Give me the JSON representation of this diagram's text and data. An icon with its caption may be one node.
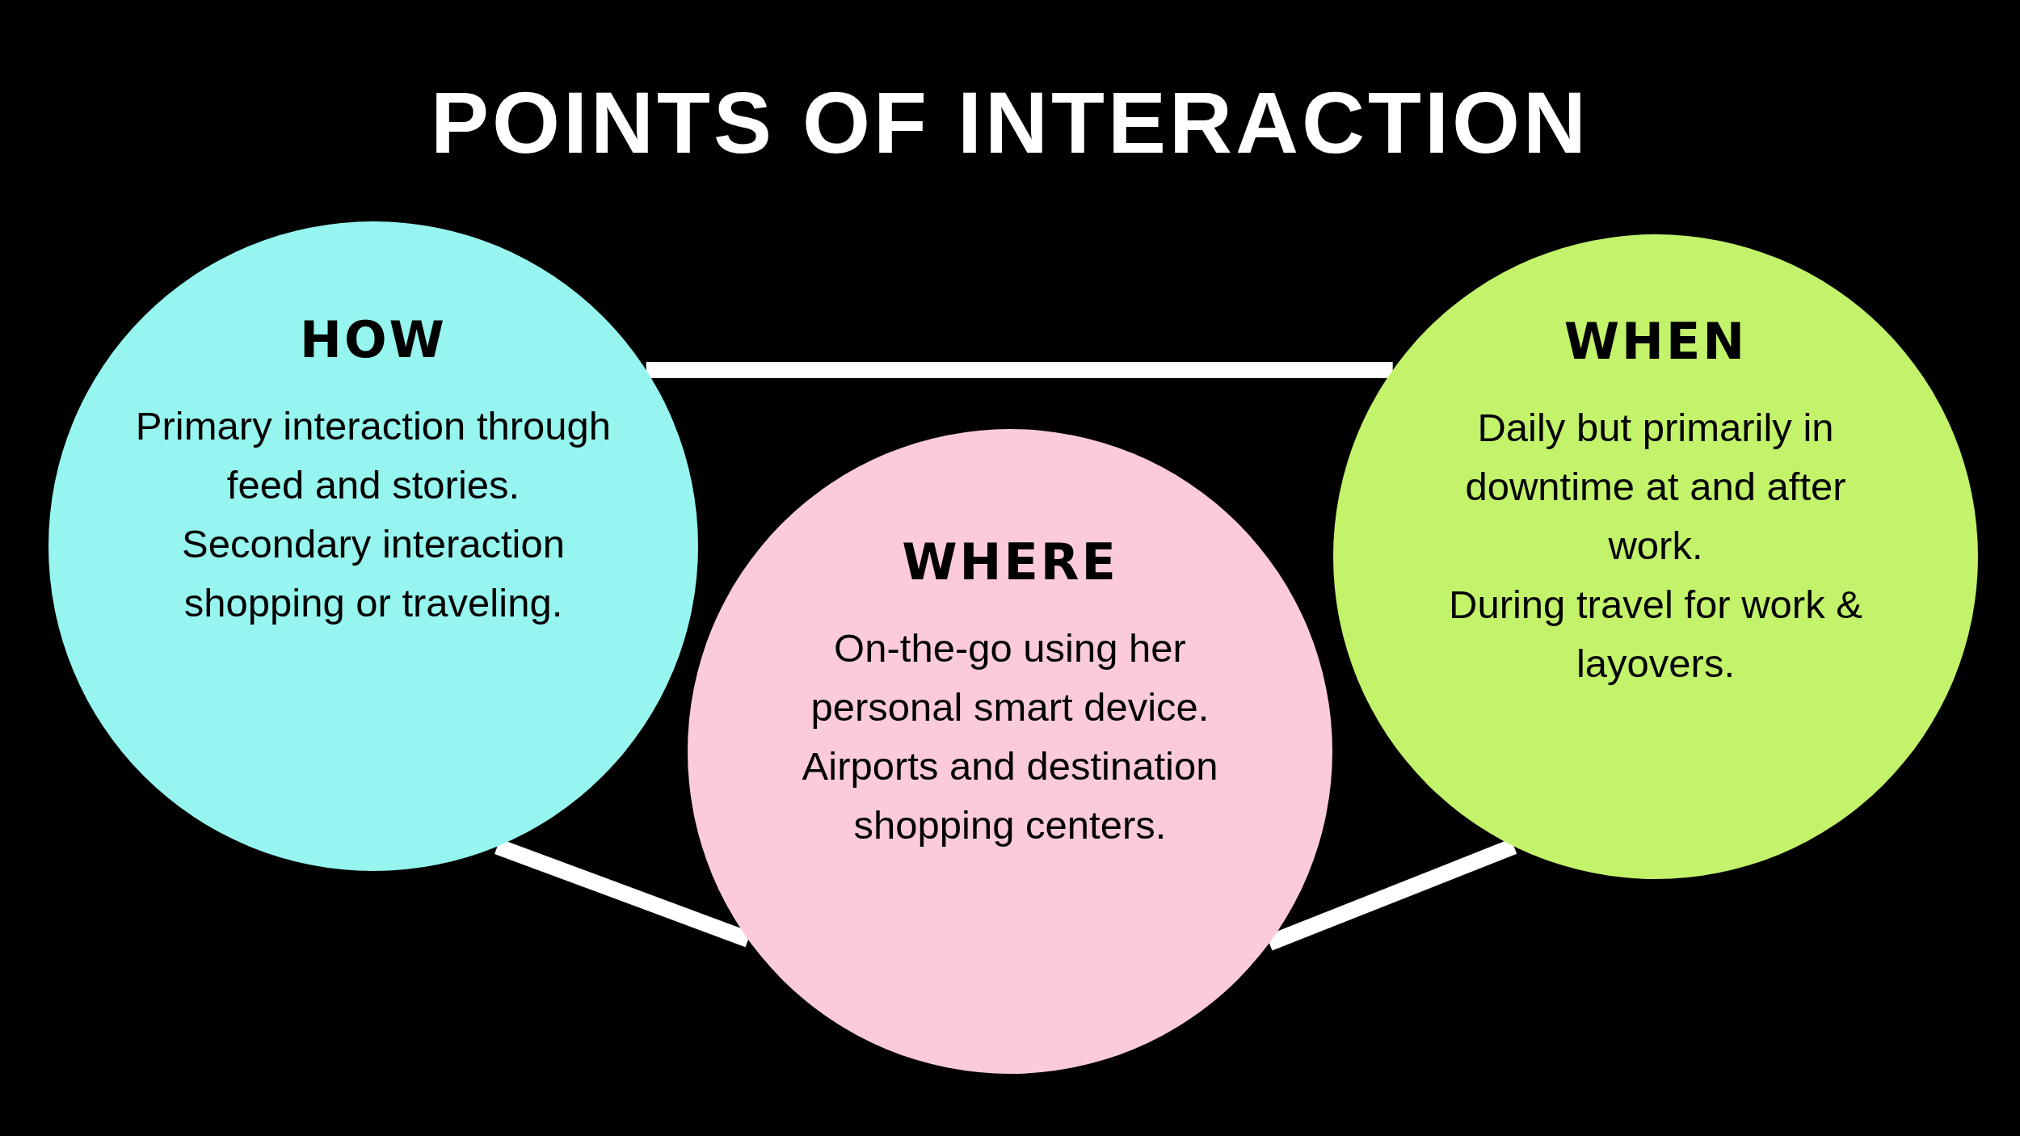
{
  "diagram": {
    "title": "POINTS OF INTERACTION",
    "nodes": [
      {
        "text": [
          "HOW",
          "Primary interaction through feed and stories.",
          "Secondary interaction shopping or traveling."
        ]
      },
      {
        "text": [
          "WHERE",
          "On-the-go using her personal smart device.",
          "Airports and destination shopping centers."
        ]
      },
      {
        "text": [
          "WHEN",
          "Daily but primarily in downtime at and after work.",
          "During travel for work & layovers."
        ]
      }
    ],
    "edges": [
      {
        "from": 0,
        "to": 2,
        "arrow": "none"
      },
      {
        "from": 0,
        "to": 1,
        "arrow": "none"
      },
      {
        "from": 2,
        "to": 1,
        "arrow": "none"
      }
    ]
  }
}
